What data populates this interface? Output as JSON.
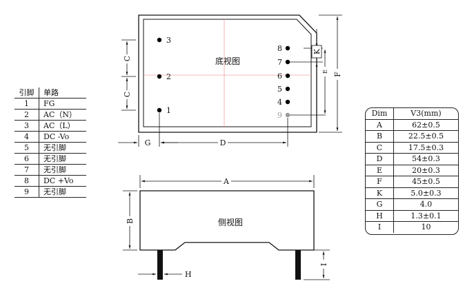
{
  "pin_table": {
    "headers": [
      "引脚",
      "单路"
    ],
    "rows": [
      [
        "1",
        "FG"
      ],
      [
        "2",
        "AC（N）"
      ],
      [
        "3",
        "AC（L）"
      ],
      [
        "4",
        "DC  -Vo"
      ],
      [
        "5",
        "无引脚"
      ],
      [
        "6",
        "无引脚"
      ],
      [
        "7",
        "无引脚"
      ],
      [
        "8",
        "DC +Vo"
      ],
      [
        "9",
        "无引脚"
      ]
    ]
  },
  "dim_table": {
    "headers": [
      "Dim",
      "V3(mm)"
    ],
    "rows": [
      [
        "A",
        "62±0.5"
      ],
      [
        "B",
        "22.5±0.5"
      ],
      [
        "C",
        "17.5±0.3"
      ],
      [
        "D",
        "54±0.3"
      ],
      [
        "E",
        "20±0.3"
      ],
      [
        "F",
        "45±0.5"
      ],
      [
        "K",
        "5.0±0.3"
      ],
      [
        "G",
        "4.0"
      ],
      [
        "H",
        "1.3±0.1"
      ],
      [
        "I",
        "10"
      ]
    ]
  },
  "bottom_view": {
    "title": "底视图",
    "left_pins": [
      "3",
      "2",
      "1"
    ],
    "right_pins": [
      "8",
      "7",
      "6",
      "5",
      "4",
      "9"
    ],
    "inactive_pin_color": "#999999",
    "dim_labels": {
      "c_top": "C",
      "c_bottom": "C",
      "g": "G",
      "d": "D",
      "k": "K",
      "e": "E",
      "f": "F"
    }
  },
  "side_view": {
    "title": "侧视图",
    "dim_labels": {
      "a": "A",
      "b": "B",
      "h": "H",
      "i": "I"
    }
  },
  "colors": {
    "line": "#111111",
    "centerline": "#f2a0a0",
    "pin": "#000000"
  }
}
